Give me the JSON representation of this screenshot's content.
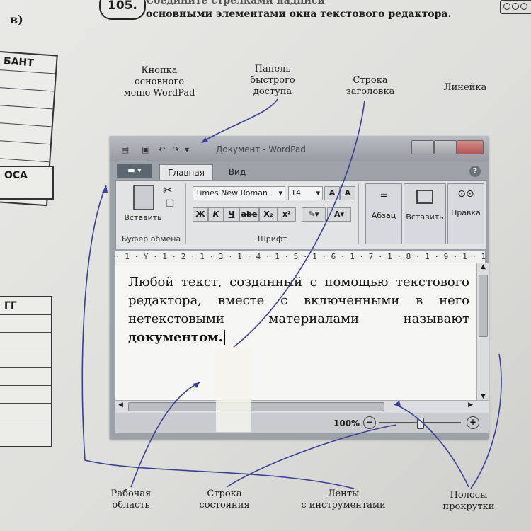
{
  "header": {
    "task_number": "105.",
    "task_line1": "Соедините стрелками надписи",
    "task_line2": "основными элементами окна текстового редактора."
  },
  "left_column": {
    "letter": "в)",
    "box1_title": "БАНТ",
    "box2_title": "ОСА",
    "box3_title": "ГГ"
  },
  "callouts": {
    "menu_button": [
      "Кнопка",
      "основного",
      "меню WordPad"
    ],
    "quick_access": [
      "Панель",
      "быстрого",
      "доступа"
    ],
    "title_bar": [
      "Строка",
      "заголовка"
    ],
    "ruler": "Линейка",
    "work_area": [
      "Рабочая",
      "область"
    ],
    "status_bar": [
      "Строка",
      "состояния"
    ],
    "ribbons": [
      "Ленты",
      "с инструментами"
    ],
    "scrollbars": [
      "Полосы",
      "прокрутки"
    ]
  },
  "window": {
    "title": "Документ - WordPad",
    "tabs": [
      "Главная",
      "Вид"
    ],
    "clipboard": {
      "paste_label": "Вставить",
      "group_label": "Буфер обмена"
    },
    "font": {
      "name": "Times New Roman",
      "size": "14",
      "group_label": "Шрифт",
      "buttons": [
        "Ж",
        "К",
        "Ч",
        "abe",
        "X₂",
        "x²"
      ]
    },
    "right_buttons": [
      "Абзац",
      "Вставить",
      "Правка"
    ],
    "ruler_text": "· 1 · Y · 1 · 2 · 1 · 3 · 1 · 4 · 1 · 5 · 1 · 6 · 1 · 7 · 1 · 8 · 1 · 9 · 1 · 10 · 1 · 11 · 1 · 1",
    "doc_text": "Любой текст, созданный с помощью текстового редактора, вместе с включенными в него нетекстовыми материалами называют",
    "doc_text_bold": "документом.",
    "zoom": "100%",
    "zoom_level": 0.5
  },
  "colors": {
    "arrow": "#3a3f9a"
  }
}
